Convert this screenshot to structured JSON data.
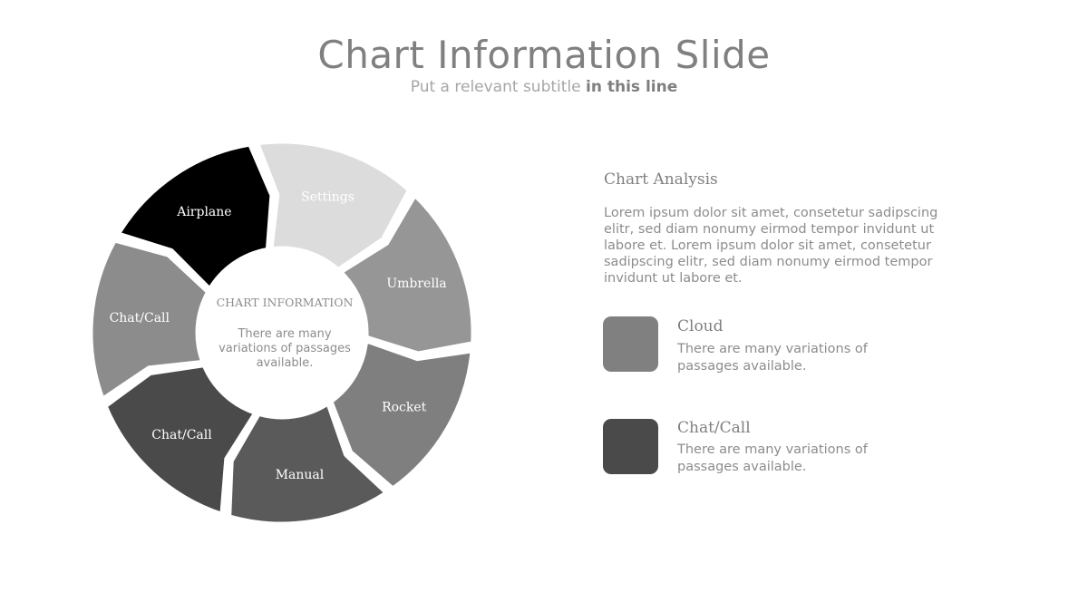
{
  "header": {
    "title": "Chart Information Slide",
    "subtitle_regular": "Put a relevant subtitle",
    "subtitle_bold": "in this line"
  },
  "cycle": {
    "segments": [
      {
        "label": "Airplane",
        "fill": "#000000",
        "text": "#ffffff"
      },
      {
        "label": "Settings",
        "fill": "#dcdcdc",
        "text": "#ffffff"
      },
      {
        "label": "Umbrella",
        "fill": "#969696",
        "text": "#ffffff"
      },
      {
        "label": "Rocket",
        "fill": "#7f7f7f",
        "text": "#ffffff"
      },
      {
        "label": "Manual",
        "fill": "#5a5a5a",
        "text": "#ffffff"
      },
      {
        "label": "Chat/Call",
        "fill": "#4a4a4a",
        "text": "#ffffff"
      },
      {
        "label": "Chat/Call",
        "fill": "#8c8c8c",
        "text": "#ffffff"
      }
    ],
    "center_title": "CHART INFORMATION",
    "center_text": "There are many variations of passages available."
  },
  "analysis": {
    "title": "Chart Analysis",
    "body": "Lorem ipsum dolor sit amet, consetetur sadipscing elitr, sed diam nonumy eirmod tempor invidunt ut labore et. Lorem ipsum dolor sit amet, consetetur sadipscing elitr, sed diam nonumy eirmod tempor invidunt ut labore et."
  },
  "legend": [
    {
      "title": "Cloud",
      "text": "There are many variations of passages available.",
      "color": "#808080"
    },
    {
      "title": "Chat/Call",
      "text": "There are many variations of passages available.",
      "color": "#4a4a4a"
    }
  ]
}
